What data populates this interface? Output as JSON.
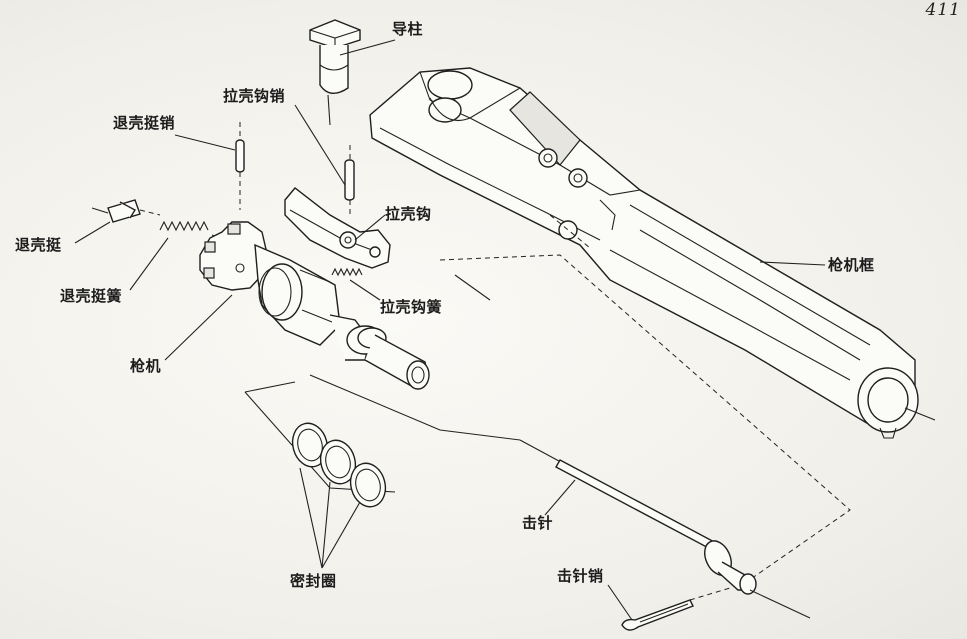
{
  "page_number": "411",
  "labels": {
    "guide_pin": "导柱",
    "extractor_pin": "拉壳钩销",
    "ejector_pin": "退壳挺销",
    "extractor": "拉壳钩",
    "ejector": "退壳挺",
    "ejector_spring": "退壳挺簧",
    "extractor_spring": "拉壳钩簧",
    "bolt_carrier": "枪机框",
    "bolt": "枪机",
    "firing_pin": "击针",
    "seal_rings": "密封圈",
    "firing_pin_retainer": "击针销"
  }
}
